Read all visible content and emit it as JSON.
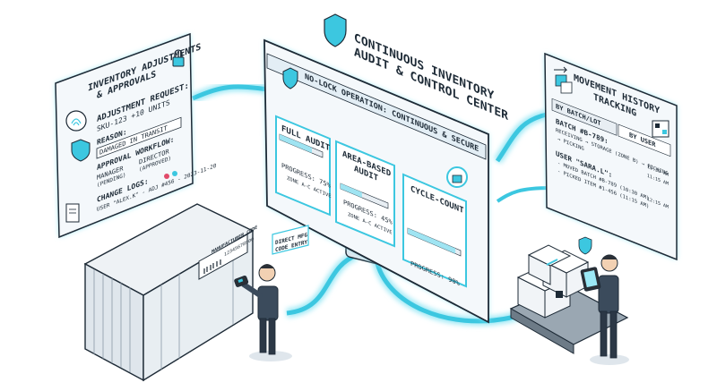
{
  "colors": {
    "accent": "#3cc7e0",
    "glow": "#9be8f5",
    "panel": "#eef4f8",
    "ink": "#1d2a36",
    "progress": "#9fe4f2"
  },
  "central": {
    "title_line1": "CONTINUOUS INVENTORY",
    "title_line2": "AUDIT & CONTROL CENTER",
    "subtitle": "NO-LOCK OPERATION: CONTINUOUS & SECURE",
    "cards": [
      {
        "title": "FULL AUDIT",
        "progress_text": "PROGRESS: 75%",
        "progress": 0.75,
        "zone": "ZONE A-C ACTIVE"
      },
      {
        "title_line1": "AREA-BASED",
        "title_line2": "AUDIT",
        "progress_text": "PROGRESS: 45%",
        "progress": 0.45,
        "zone": "ZONE A-C ACTIVE"
      },
      {
        "title": "CYCLE-COUNT",
        "progress_text": "PROGRESS: 90%",
        "progress": 0.9
      }
    ]
  },
  "left_panel": {
    "title_line1": "INVENTORY ADJUSTMENTS",
    "title_line2": "& APPROVALS",
    "request_label": "ADJUSTMENT REQUEST:",
    "request_value": "SKU-123 +10 UNITS",
    "reason_label": "REASON:",
    "reason_value": "DAMAGED IN TRANSIT",
    "workflow_label": "APPROVAL WORKFLOW:",
    "manager": "MANAGER",
    "manager_status": "(PENDING)",
    "director": "DIRECTOR",
    "director_status": "(APPROVED)",
    "logs_label": "CHANGE LOGS:",
    "log_line": "USER \"ALEX.K\" - ADJ #456 - 2023-11-20"
  },
  "right_panel": {
    "title_line1": "MOVEMENT HISTORY",
    "title_line2": "TRACKING",
    "tab_batch": "BY BATCH/LOT",
    "tab_user": "BY USER",
    "batch_title": "BATCH #B-789:",
    "batch_line1": "RECEIVING → STORAGE (ZONE B) → PICKING",
    "batch_time1": "10:30 AM",
    "batch_line2": "→ PICKING",
    "batch_time2": "11:15 AM",
    "user_title": "USER \"SARA.L\":",
    "user_line1": "- MOVED BATCH #B-789 (10:30 AM)",
    "user_line2": "- PICKED ITEM #1-456 (11:15 AM)",
    "user_time": "12:15 AM"
  },
  "scanner": {
    "label_line1": "DIRECT MFG",
    "label_line2": "CODE ENTRY",
    "container_label": "MANUFACTURER CODE",
    "container_code": "12345678900"
  }
}
